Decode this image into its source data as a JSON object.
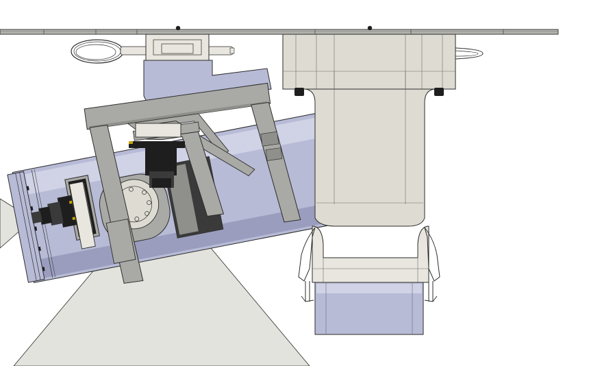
{
  "view": {
    "background": "#ffffff",
    "colors": {
      "outline": "#2b2b2b",
      "edge_light": "#6a6a6a",
      "metal_grey": "#a9a9a5",
      "metal_grey_dark": "#8f8f8b",
      "panel_cream": "#dedcd2",
      "panel_cream_light": "#e8e6de",
      "tube_lavender": "#b8bbd6",
      "tube_lavender_light": "#d0d2e6",
      "tube_shadow": "#9a9dbd",
      "lens_black": "#1e1e1e",
      "lens_dark": "#3a3a3a",
      "lens_accent": "#c8a400",
      "camera_cone": "#d9d9d2",
      "rail": "#b5b5b0"
    },
    "icons": [
      "mounting-rail",
      "cable-loop",
      "pan-tilt-bracket",
      "camera-tube",
      "lens-assembly",
      "camera-cone",
      "telescopic-mast",
      "mast-latch"
    ]
  }
}
